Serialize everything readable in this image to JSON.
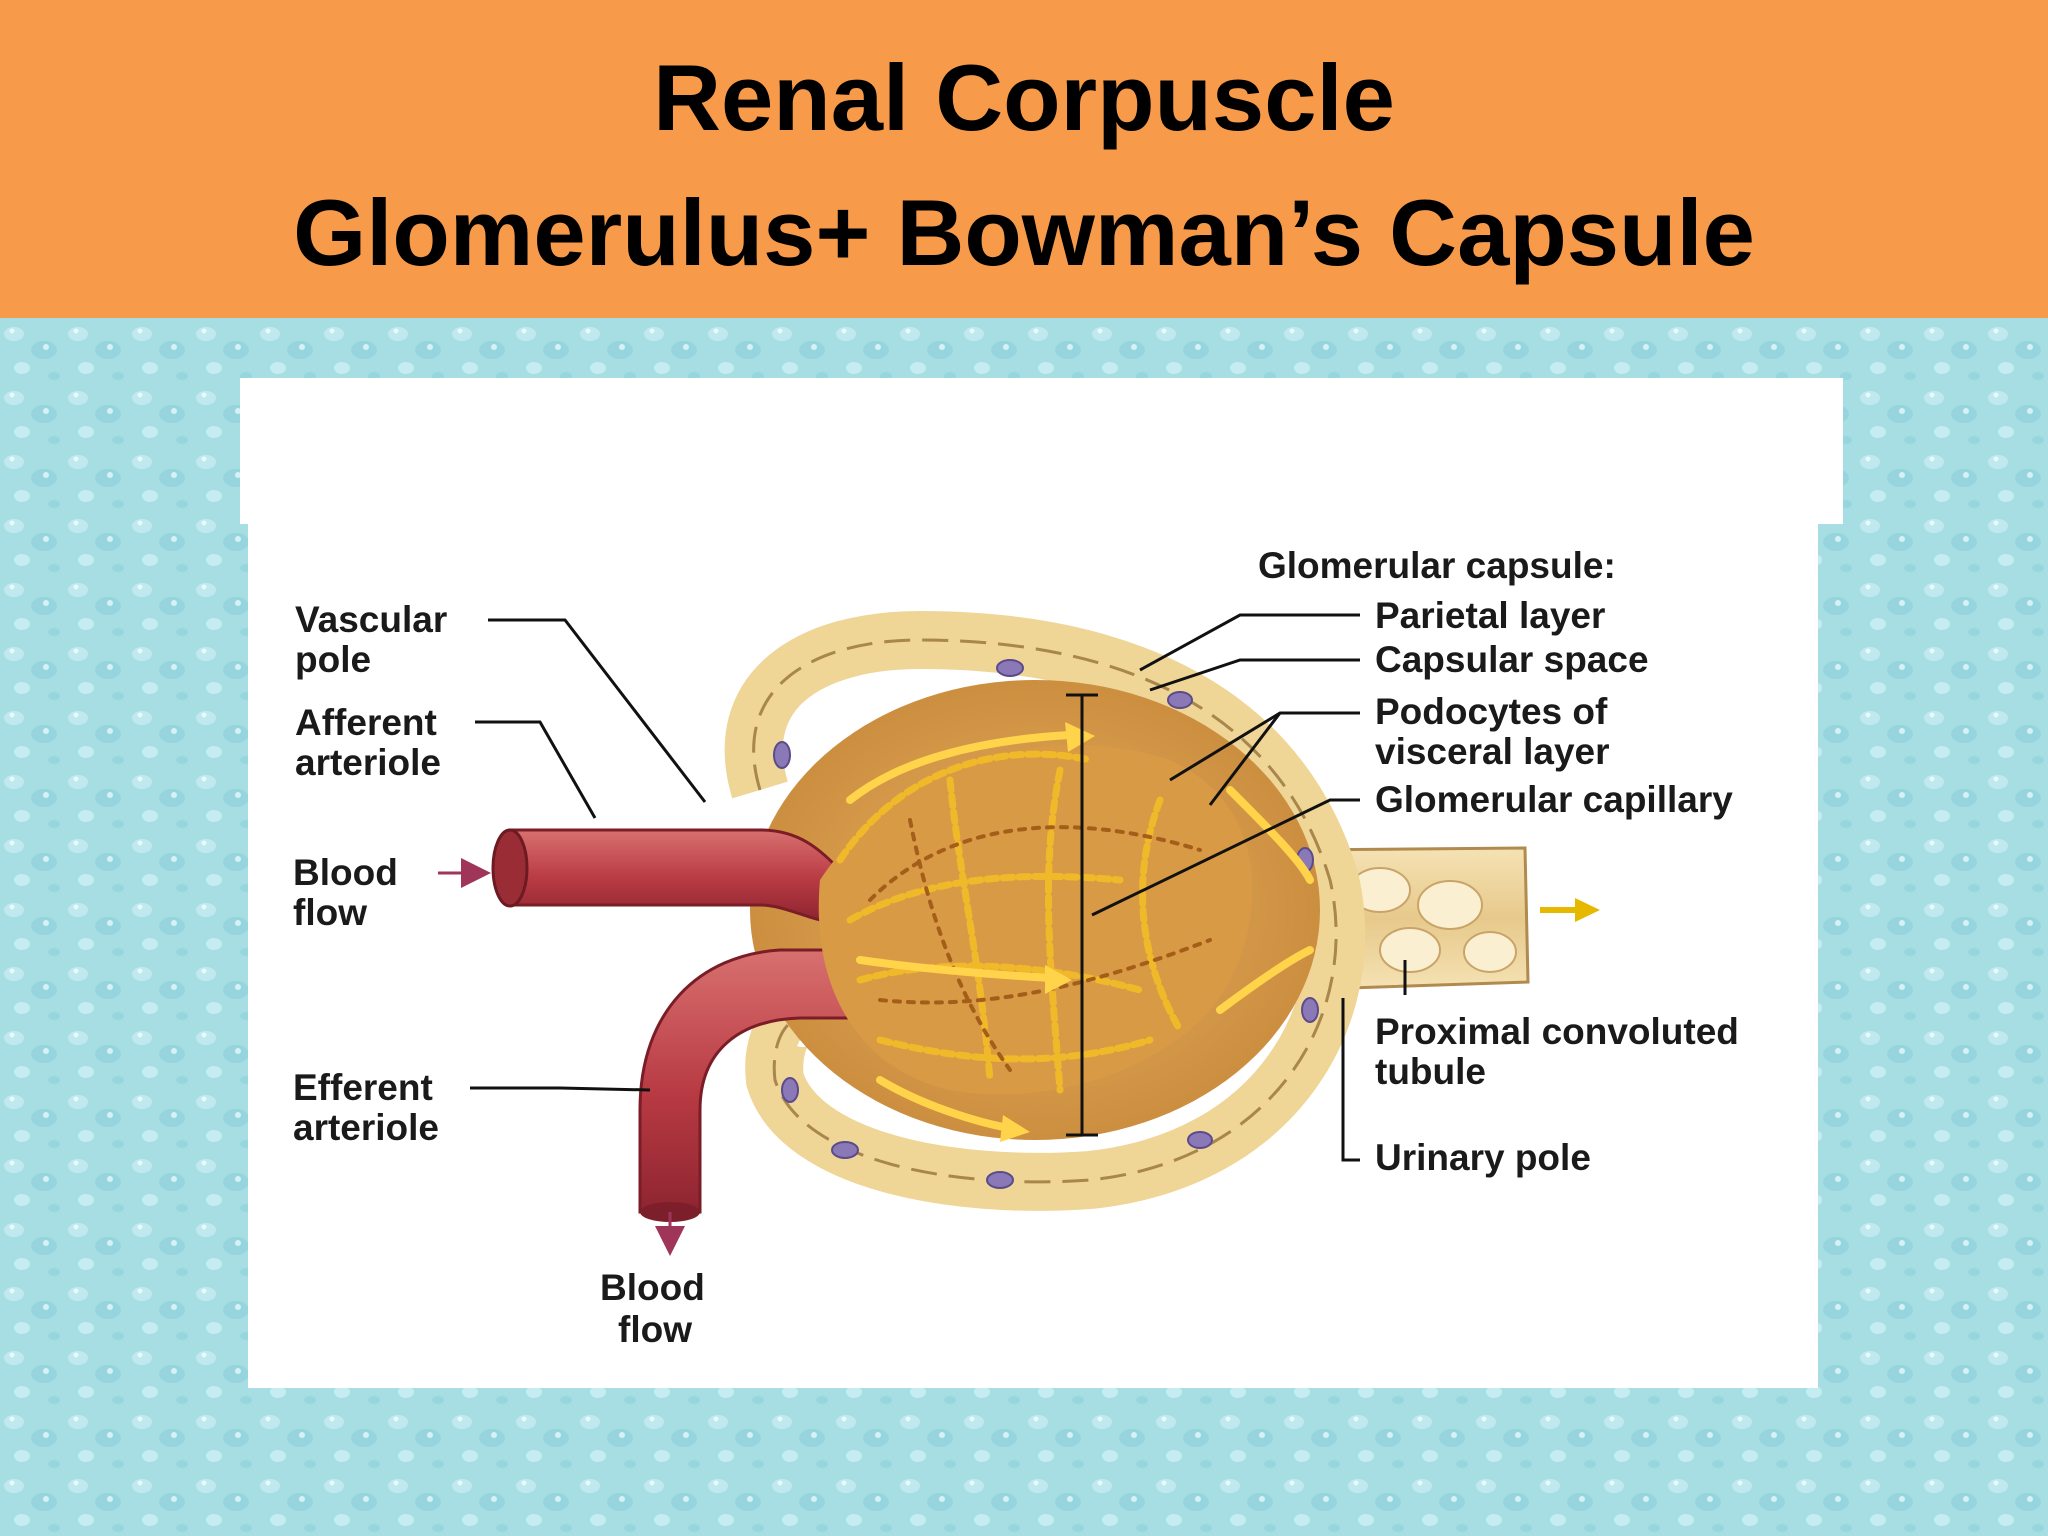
{
  "slide": {
    "title_line1": "Renal Corpuscle",
    "title_line2": "Glomerulus+ Bowman’s Capsule",
    "header_color": "#f79a4a",
    "background_color": "#a6dde3"
  },
  "diagram": {
    "labels": {
      "vascular_pole_1": "Vascular",
      "vascular_pole_2": "pole",
      "afferent_1": "Afferent",
      "afferent_2": "arteriole",
      "blood_flow_in_1": "Blood",
      "blood_flow_in_2": "flow",
      "efferent_1": "Efferent",
      "efferent_2": "arteriole",
      "blood_flow_out_1": "Blood",
      "blood_flow_out_2": "flow",
      "glomerular_capsule": "Glomerular capsule:",
      "parietal_layer": "Parietal layer",
      "capsular_space": "Capsular space",
      "podocytes_1": "Podocytes of",
      "podocytes_2": "visceral layer",
      "glomerular_capillary": "Glomerular capillary",
      "proximal_1": "Proximal convoluted",
      "proximal_2": "tubule",
      "urinary_pole": "Urinary pole"
    }
  }
}
